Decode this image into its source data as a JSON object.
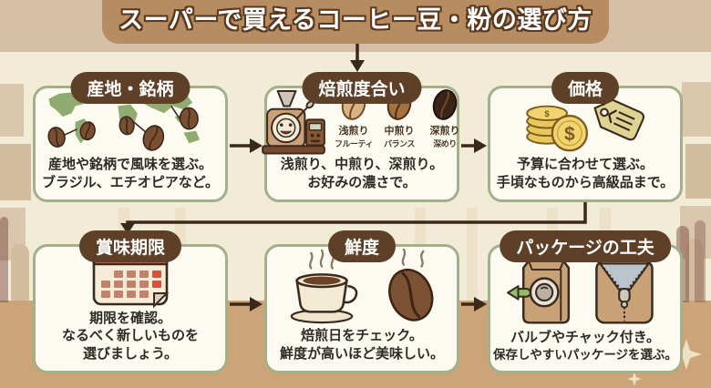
{
  "title": {
    "text": "スーパーで買えるコーヒー豆・粉の選び方"
  },
  "cards": [
    {
      "header": "産地・銘柄",
      "icon": "world-map-coffee-beans",
      "lines": [
        "産地や銘柄で風味を選ぶ。",
        "ブラジル、エチオピアなど。"
      ]
    },
    {
      "header": "焙煎度合い",
      "icon": "coffee-roaster",
      "roast_levels": [
        {
          "name": "浅煎り",
          "note": "フルーティ",
          "bean_color": "#d9b383"
        },
        {
          "name": "中煎り",
          "note": "バランス",
          "bean_color": "#a4713f"
        },
        {
          "name": "深煎り",
          "note": "深めり",
          "bean_color": "#3a2416"
        }
      ],
      "lines": [
        "浅煎り、中煎り、深煎り。",
        "お好みの濃さで。"
      ]
    },
    {
      "header": "価格",
      "icon": "coins-and-price-tag",
      "lines": [
        "予算に合わせて選ぶ。",
        "手頃なものから高級品まで。"
      ]
    },
    {
      "header": "賞味期限",
      "icon": "calendar",
      "lines": [
        "期限を確認。",
        "なるべく新しいものを",
        "選びましょう。"
      ]
    },
    {
      "header": "鮮度",
      "icon": "coffee-cup-and-bean",
      "lines": [
        "焙煎日をチェック。",
        "鮮度が高いほど美味しい。"
      ]
    },
    {
      "header": "パッケージの工夫",
      "icon": "valve-bag-and-zip-bag",
      "lines": [
        "バルブやチャック付き。",
        "保存しやすいパッケージを選ぶ。"
      ]
    }
  ],
  "colors": {
    "title_banner": "#b88c61",
    "title_text": "#ffffff",
    "title_outline": "#59391f",
    "card_header_pill": "#5d4027",
    "card_border": "#a3b089",
    "card_bg": "#fdfbf1",
    "arrow": "#3a281a",
    "bg_top_band": "#d7bfa7",
    "bg_cream": "#f2ebd8",
    "bg_bottom_band": "#cba577",
    "map_green": "#8fab72",
    "coin_gold": "#efcd60",
    "calendar_red": "#e4695a"
  }
}
